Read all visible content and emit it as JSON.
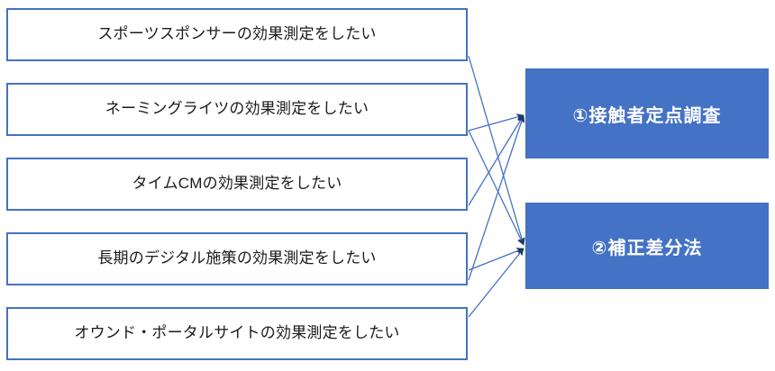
{
  "diagram": {
    "type": "mapping-diagram",
    "description": "Marketing measurement needs mapped to survey methods",
    "colors": {
      "box_border": "#4472C4",
      "method_fill": "#4472C4",
      "connector": "#4472C4",
      "arrowhead": "#1F3864",
      "text": "#1a1a1a",
      "method_text": "#ffffff",
      "background": "#ffffff"
    },
    "needs": [
      {
        "id": "need-1",
        "label": "スポーツスポンサーの効果測定をしたい"
      },
      {
        "id": "need-2",
        "label": "ネーミングライツの効果測定をしたい"
      },
      {
        "id": "need-3",
        "label": "タイムCMの効果測定をしたい"
      },
      {
        "id": "need-4",
        "label": "長期のデジタル施策の効果測定をしたい"
      },
      {
        "id": "need-5",
        "label": "オウンド・ポータルサイトの効果測定をしたい"
      }
    ],
    "methods": [
      {
        "id": "method-1",
        "label": "①接触者定点調査"
      },
      {
        "id": "method-2",
        "label": "②補正差分法"
      }
    ],
    "connections": [
      {
        "from": "need-1",
        "to": "method-2"
      },
      {
        "from": "need-2",
        "to": "method-1"
      },
      {
        "from": "need-2",
        "to": "method-2"
      },
      {
        "from": "need-3",
        "to": "method-1"
      },
      {
        "from": "need-4",
        "to": "method-1"
      },
      {
        "from": "need-4",
        "to": "method-2"
      },
      {
        "from": "need-5",
        "to": "method-2"
      }
    ]
  }
}
